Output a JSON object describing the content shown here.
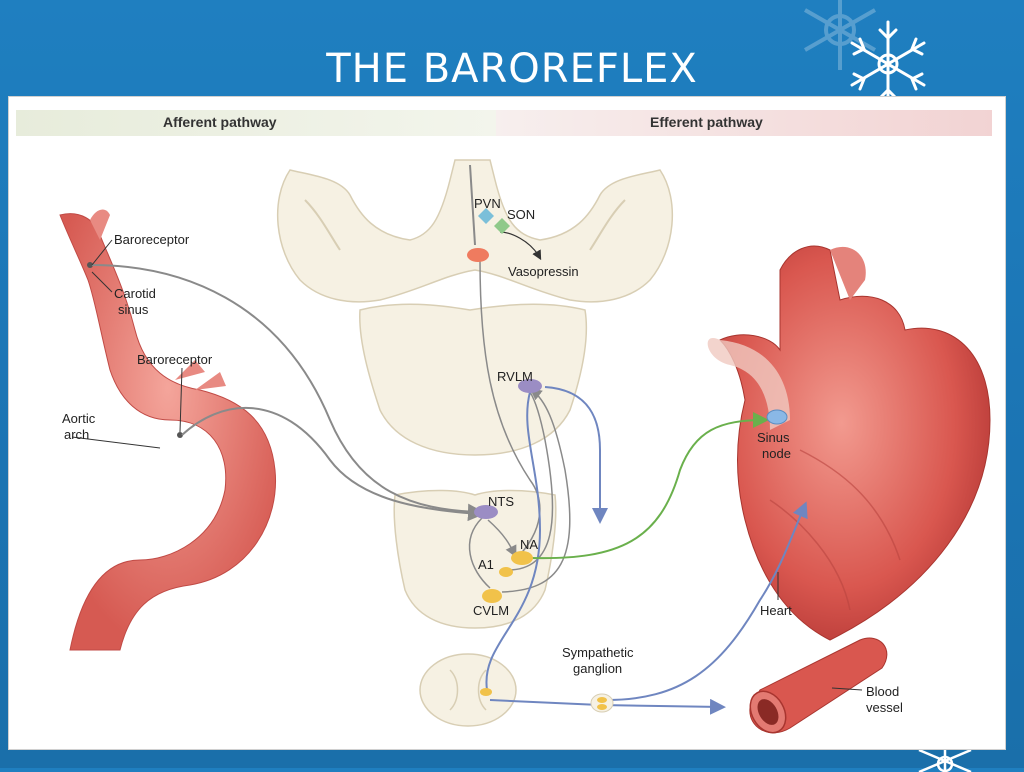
{
  "slide": {
    "title": "THE BAROREFLEX"
  },
  "header": {
    "afferent_label": "Afferent pathway",
    "efferent_label": "Efferent pathway"
  },
  "labels": {
    "pvn": "PVN",
    "son": "SON",
    "vasopressin": "Vasopressin",
    "rvlm": "RVLM",
    "nts": "NTS",
    "na": "NA",
    "a1": "A1",
    "cvlm": "CVLM",
    "baroreceptor_carotid": "Baroreceptor",
    "carotid_sinus_1": "Carotid",
    "carotid_sinus_2": "sinus",
    "baroreceptor_aortic": "Baroreceptor",
    "aortic_arch_1": "Aortic",
    "aortic_arch_2": "arch",
    "sinus_node_1": "Sinus",
    "sinus_node_2": "node",
    "heart": "Heart",
    "sympathetic_ganglion_1": "Sympathetic",
    "sympathetic_ganglion_2": "ganglion",
    "blood_vessel_1": "Blood",
    "blood_vessel_2": "vessel"
  },
  "colors": {
    "afferent_nerve": "#8a8a8a",
    "sympathetic_nerve": "#6f86c0",
    "vagal_nerve": "#6ab04c",
    "artery": "#d9534f",
    "brain_tissue": "#f6f1e3"
  }
}
